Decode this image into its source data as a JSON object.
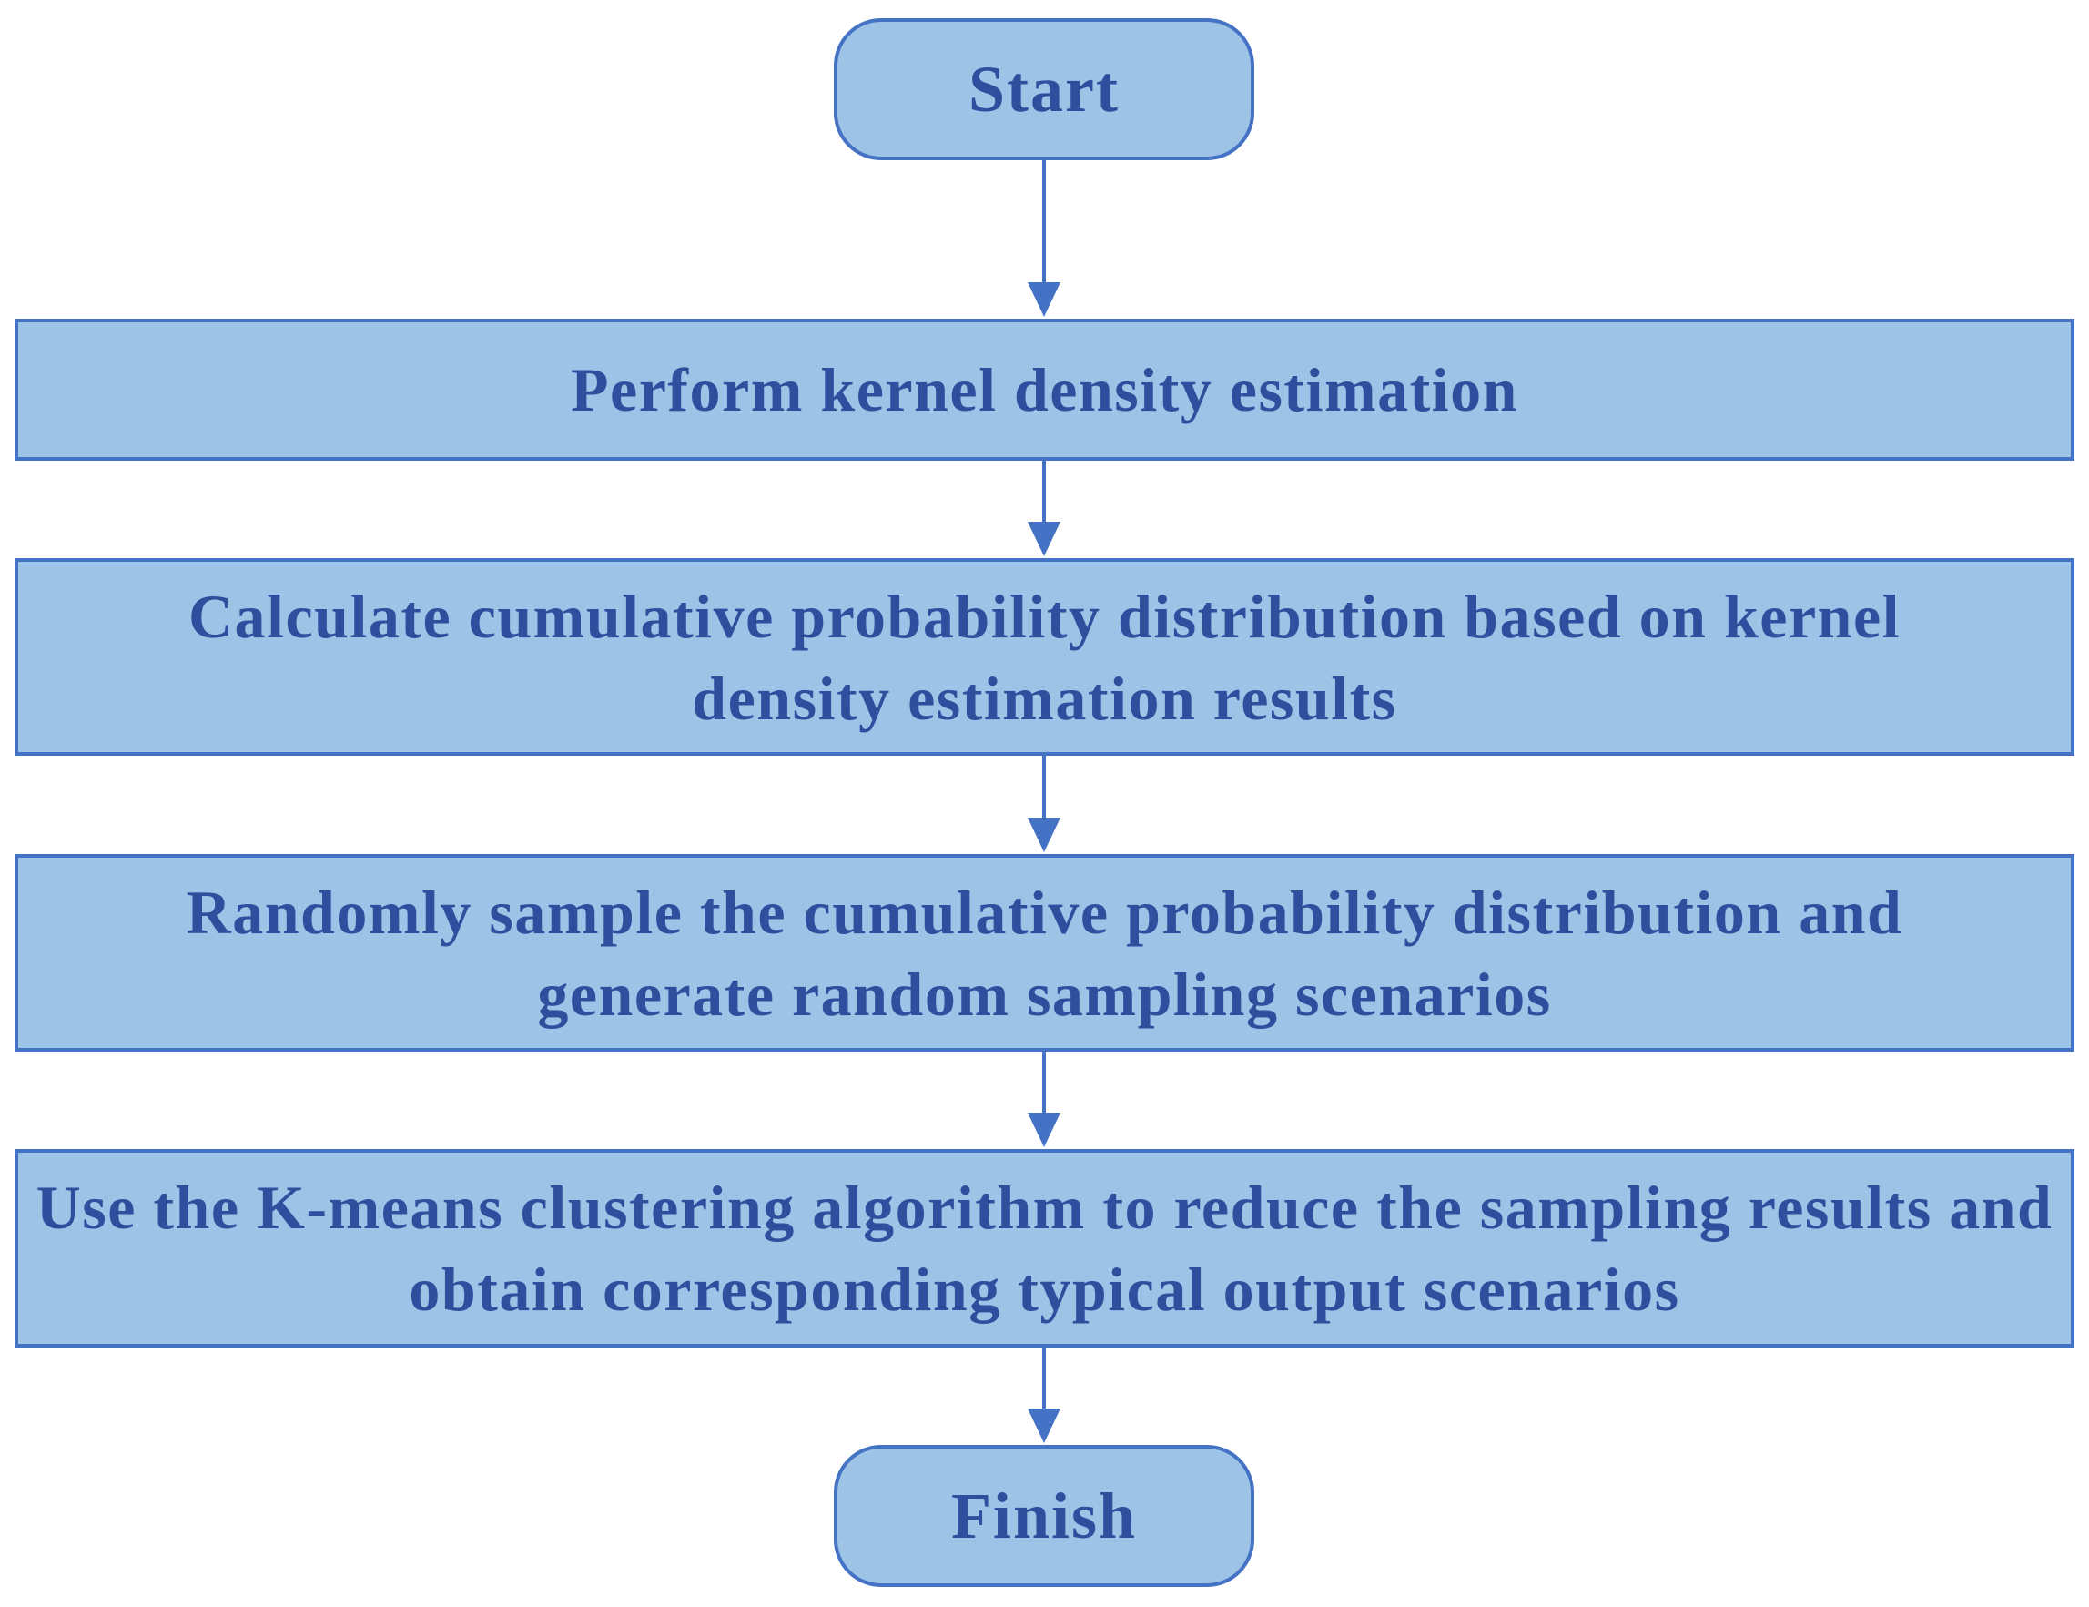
{
  "colors": {
    "node_fill": "#9dc3e6",
    "node_border": "#4472c4",
    "text": "#2f4e9e",
    "arrow": "#4472c4"
  },
  "nodes": [
    {
      "id": "start",
      "shape": "terminal",
      "label": "Start"
    },
    {
      "id": "step1",
      "shape": "process",
      "label": "Perform kernel density estimation"
    },
    {
      "id": "step2",
      "shape": "process",
      "label": "Calculate cumulative probability distribution based on kernel density estimation results"
    },
    {
      "id": "step3",
      "shape": "process",
      "label": "Randomly sample the cumulative probability distribution and generate random sampling scenarios"
    },
    {
      "id": "step4",
      "shape": "process",
      "label": "Use the K-means clustering algorithm to reduce the sampling results and obtain corresponding typical output scenarios"
    },
    {
      "id": "finish",
      "shape": "terminal",
      "label": "Finish"
    }
  ],
  "edges": [
    {
      "from": "start",
      "to": "step1"
    },
    {
      "from": "step1",
      "to": "step2"
    },
    {
      "from": "step2",
      "to": "step3"
    },
    {
      "from": "step3",
      "to": "step4"
    },
    {
      "from": "step4",
      "to": "finish"
    }
  ]
}
